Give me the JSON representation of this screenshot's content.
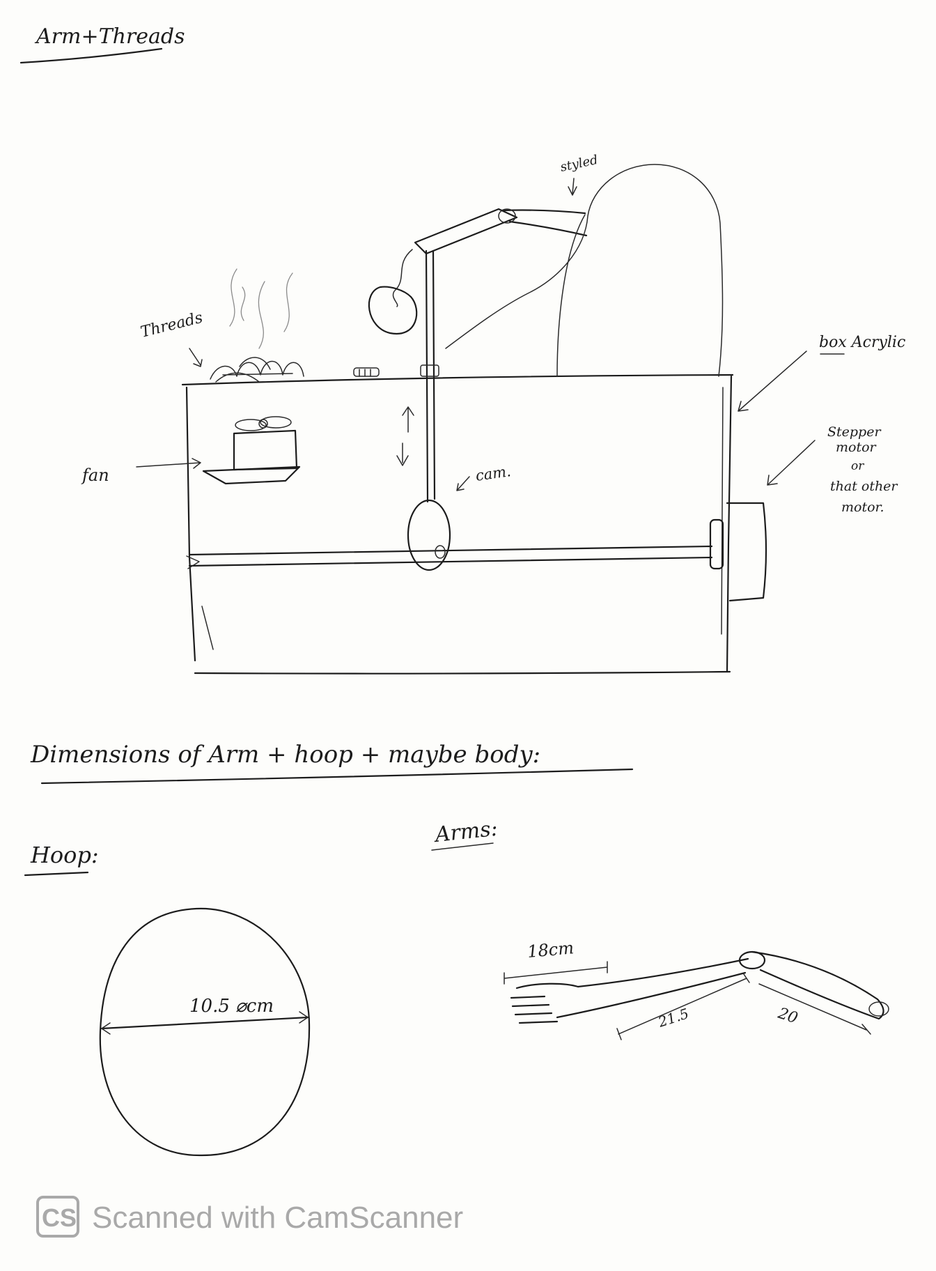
{
  "title": "Arm+Threads",
  "labels": {
    "styled": "styled",
    "threads": "Threads",
    "box": "box Acrylic",
    "motor_line1": "Stepper",
    "motor_line2": "motor",
    "motor_line3": "or",
    "motor_line4": "that other",
    "motor_line5": "motor.",
    "fan": "fan",
    "cam": "cam."
  },
  "section": {
    "heading": "Dimensions of Arm + hoop + maybe body:",
    "hoop_label": "Hoop:",
    "arms_label": "Arms:"
  },
  "dimensions": {
    "hoop_diameter": "10.5 ⌀cm",
    "hand_length": "18cm",
    "forearm_length": "21.5",
    "upper_arm_length": "20"
  },
  "watermark": {
    "badge": "CS",
    "text": "Scanned with CamScanner"
  }
}
